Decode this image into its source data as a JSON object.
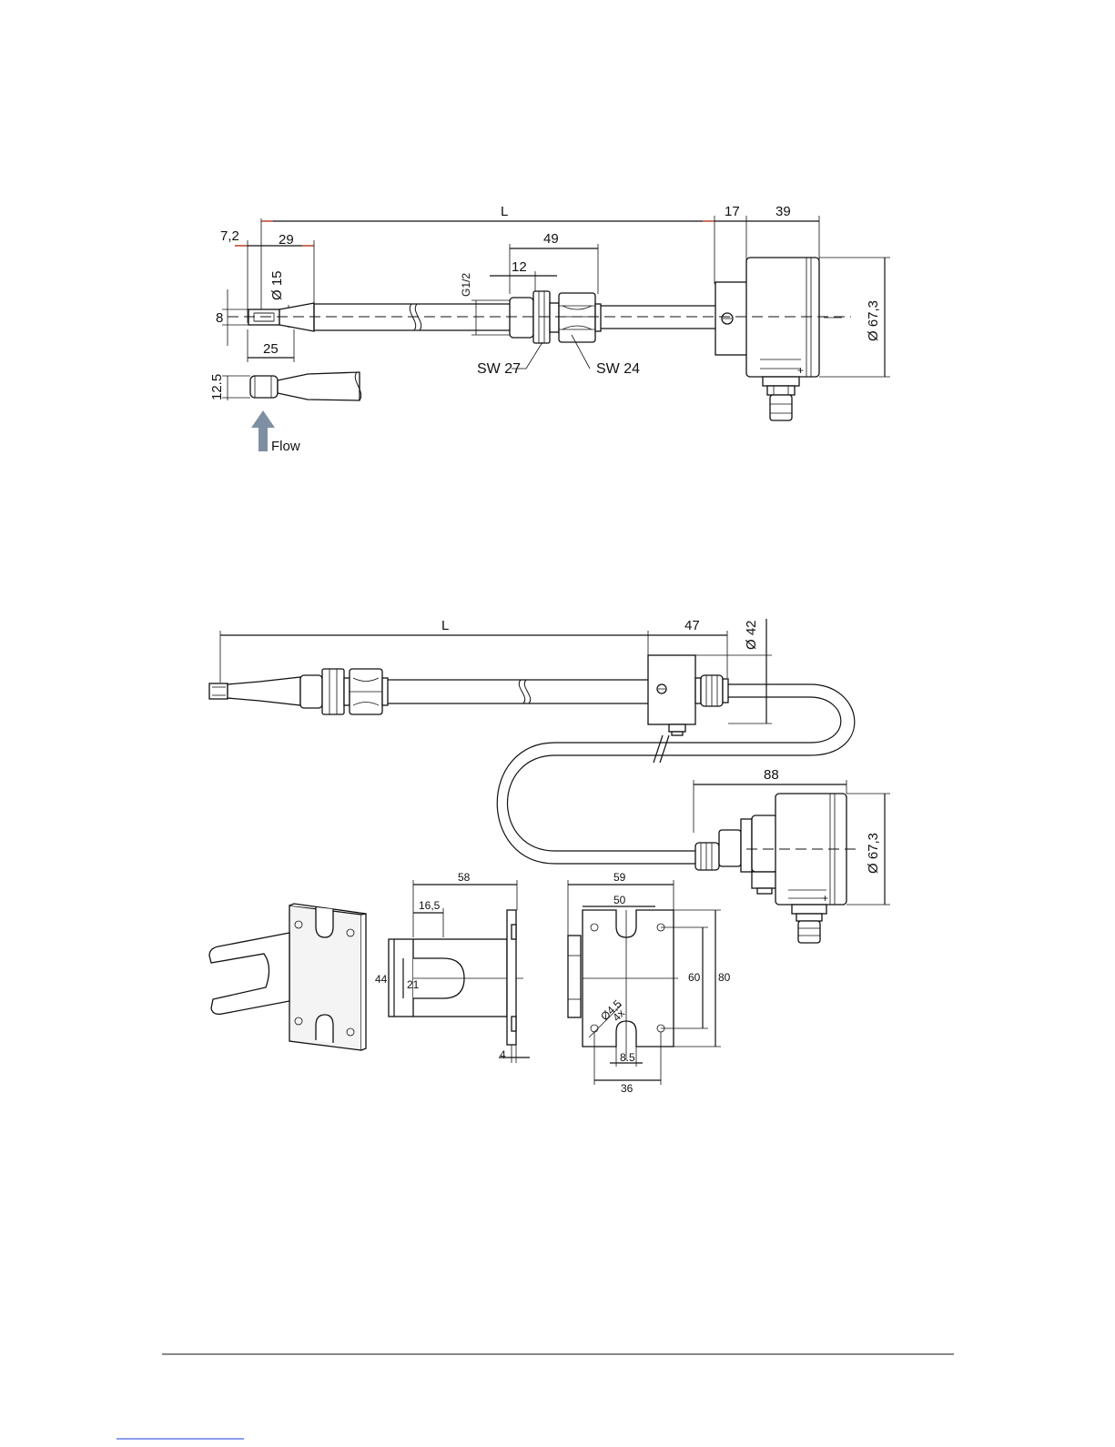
{
  "drawing1": {
    "dim_L": "L",
    "dim_17": "17",
    "dim_39": "39",
    "dim_7_2": "7,2",
    "dim_29": "29",
    "dim_49": "49",
    "dim_12": "12",
    "dim_G12": "G1/2",
    "dim_d15": "Ø 15",
    "dim_8": "8",
    "dim_25": "25",
    "dim_12_5": "12.5",
    "dim_d67": "Ø 67,3",
    "label_sw27": "SW 27",
    "label_sw24": "SW 24",
    "label_flow": "Flow",
    "flow_arrow_color": "#7f8fa3"
  },
  "drawing2": {
    "dim_L": "L",
    "dim_47": "47",
    "dim_d42": "Ø 42",
    "dim_88": "88",
    "dim_d67": "Ø 67,3"
  },
  "bracket": {
    "dim_58": "58",
    "dim_16_5": "16,5",
    "dim_44": "44",
    "dim_21": "21",
    "dim_4": "4",
    "dim_59": "59",
    "dim_50": "50",
    "dim_60": "60",
    "dim_80": "80",
    "dim_d45": "Ø4,5",
    "dim_4x": "4x",
    "dim_8_5": "8.5",
    "dim_36": "36"
  }
}
